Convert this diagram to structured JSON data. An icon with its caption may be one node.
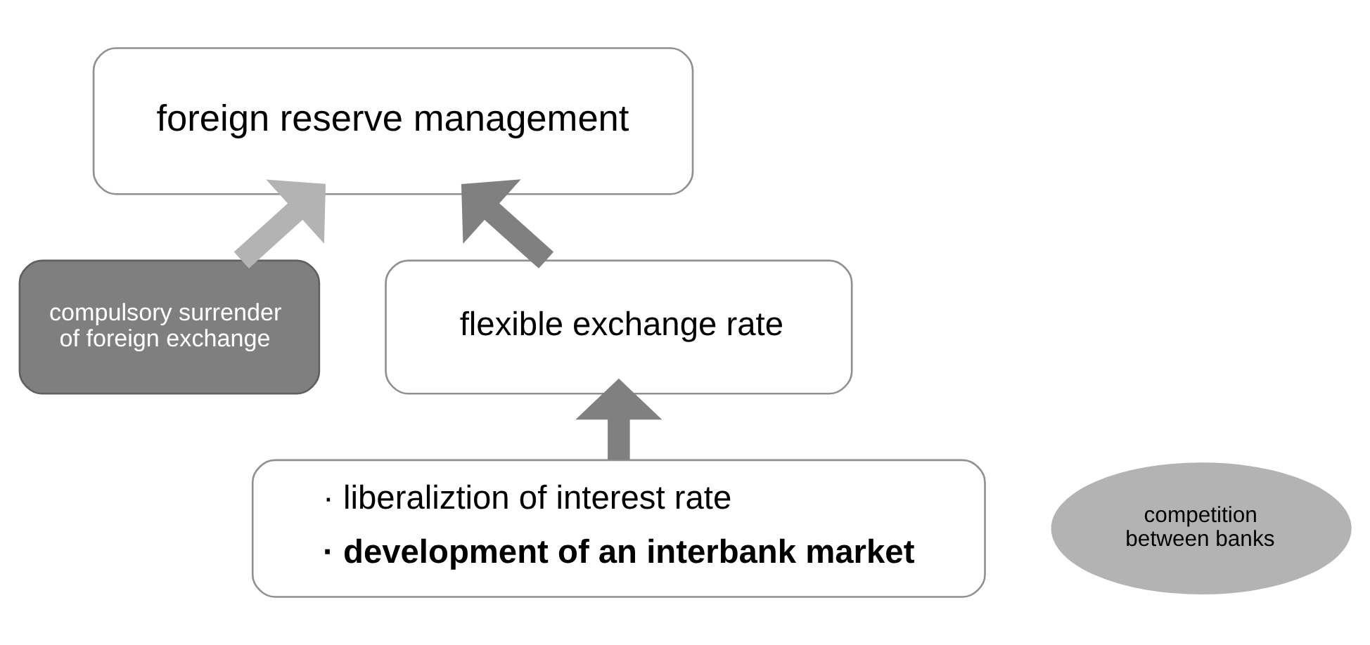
{
  "diagram": {
    "nodes": [
      {
        "text": [
          "foreign reserve management"
        ]
      },
      {
        "text": [
          "compulsory surrender of foreign exchange"
        ]
      },
      {
        "text": [
          "flexible exchange rate"
        ]
      },
      {
        "text": [
          "· liberaliztion of interest rate",
          "· development of an interbank market"
        ]
      },
      {
        "text": [
          "competition between banks"
        ]
      }
    ],
    "edges": [
      {
        "from": 1,
        "to": 0,
        "arrow": "to",
        "color": "#b3b3b3"
      },
      {
        "from": 2,
        "to": 0,
        "arrow": "to"
      },
      {
        "from": 3,
        "to": 2,
        "arrow": "to"
      }
    ]
  }
}
